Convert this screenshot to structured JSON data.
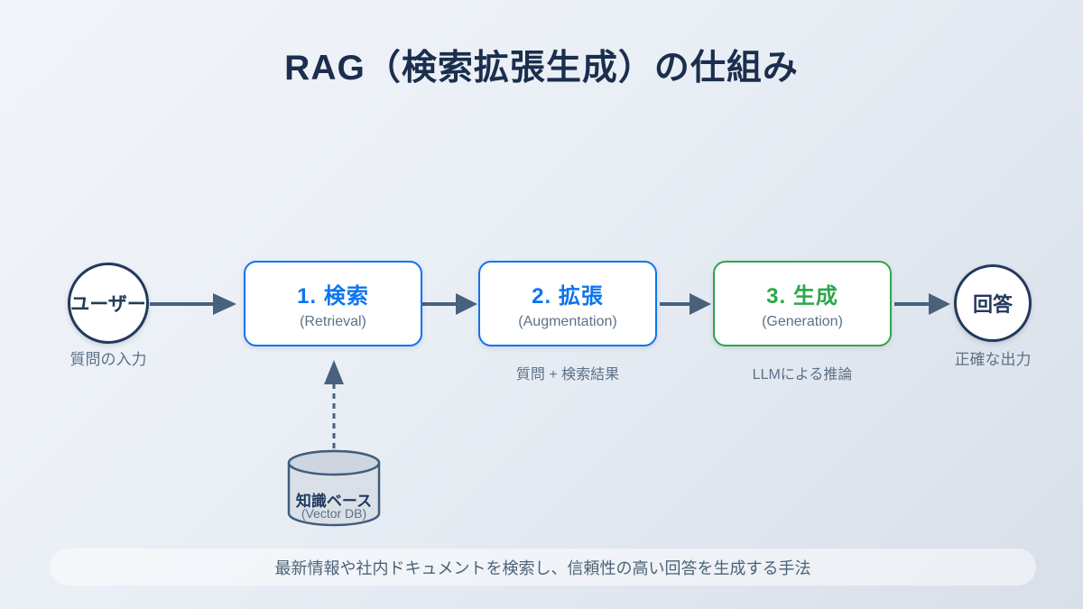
{
  "title": "RAG（検索拡張生成）の仕組み",
  "flow": {
    "user_node": {
      "label": "ユーザー",
      "caption": "質問の入力"
    },
    "steps": [
      {
        "title": "1. 検索",
        "subtitle": "(Retrieval)",
        "accent": "#0d74f0"
      },
      {
        "title": "2. 拡張",
        "subtitle": "(Augmentation)",
        "caption": "質問 + 検索結果",
        "accent": "#0d74f0"
      },
      {
        "title": "3. 生成",
        "subtitle": "(Generation)",
        "caption": "LLMによる推論",
        "accent": "#2ba84a"
      }
    ],
    "answer_node": {
      "label": "回答",
      "caption": "正確な出力"
    }
  },
  "database": {
    "label": "知識ベース",
    "sublabel": "(Vector DB)"
  },
  "footer": {
    "text": "最新情報や社内ドキュメントを検索し、信頼性の高い回答を生成する手法"
  },
  "colors": {
    "title_navy": "#1b2e4d",
    "node_navy": "#22395c",
    "accent_blue": "#0d74f0",
    "accent_green": "#2ba84a",
    "arrow_slate": "#48627d",
    "caption_gray": "#5d7186",
    "background_start": "#f2f5fa",
    "background_end": "#d8dfe9",
    "cylinder_fill": "#d9e0e8"
  }
}
